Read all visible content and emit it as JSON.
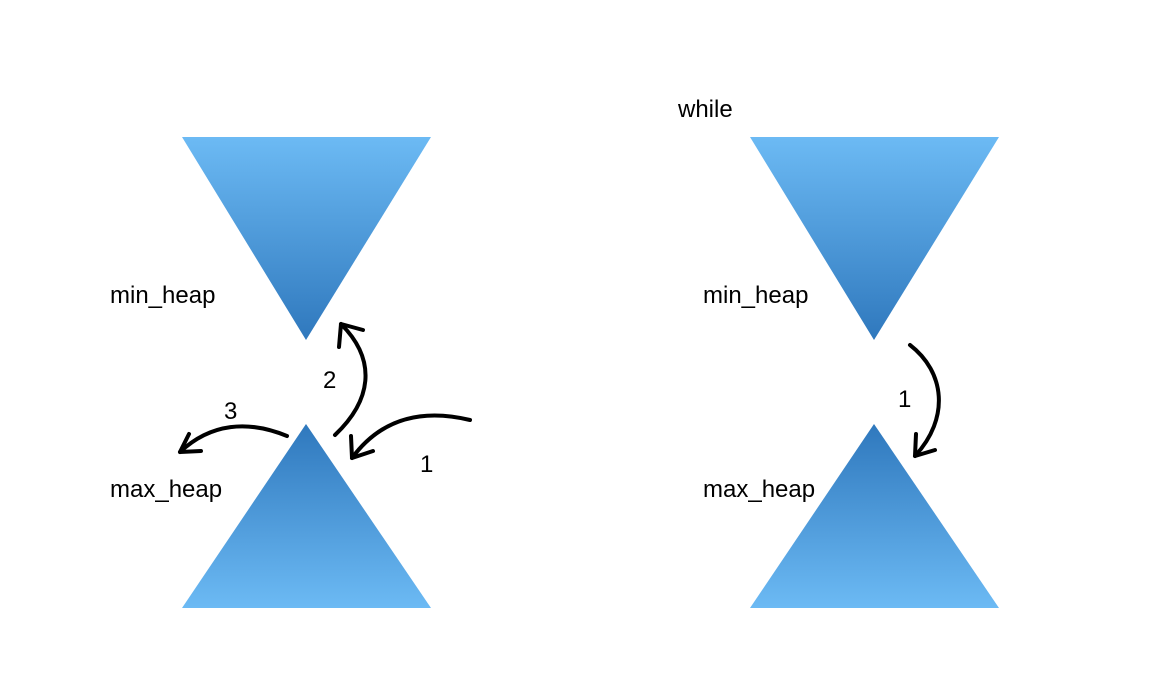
{
  "colors": {
    "triangle_light": "#6cbaf4",
    "triangle_dark": "#2f78bd",
    "arrow": "#000000",
    "text": "#000000",
    "background": "#ffffff"
  },
  "left_panel": {
    "min_label": "min_heap",
    "max_label": "max_heap",
    "arrow_1_label": "1",
    "arrow_2_label": "2",
    "arrow_3_label": "3"
  },
  "right_panel": {
    "title": "while",
    "min_label": "min_heap",
    "max_label": "max_heap",
    "arrow_1_label": "1"
  }
}
